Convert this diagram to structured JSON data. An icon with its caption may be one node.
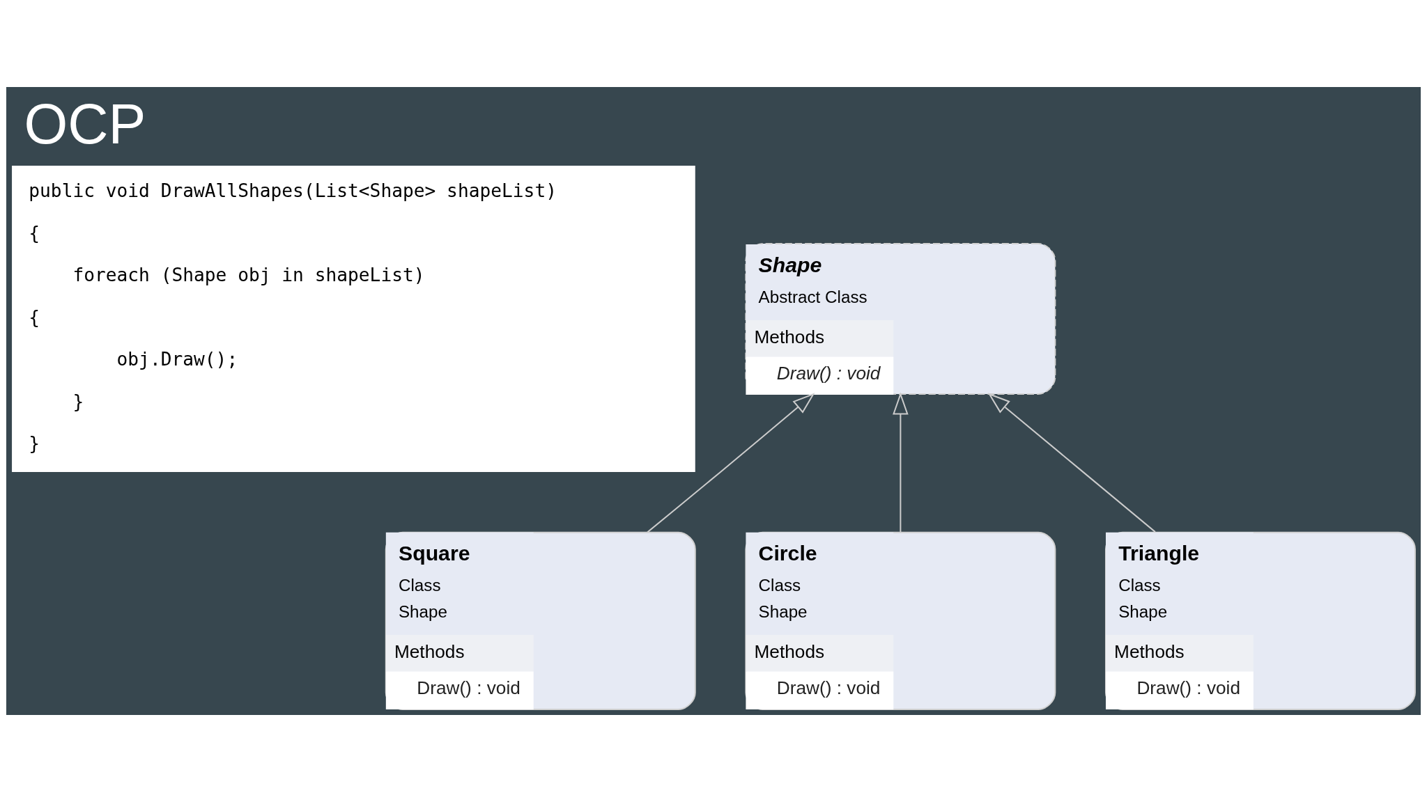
{
  "diagram": {
    "title": "OCP",
    "nodes": [
      {
        "text": [
          "Shape",
          "Abstract Class",
          "Methods",
          "Draw() : void"
        ]
      },
      {
        "text": [
          "Square",
          "Class",
          "Shape",
          "Methods",
          "Draw() : void"
        ]
      },
      {
        "text": [
          "Circle",
          "Class",
          "Shape",
          "Methods",
          "Draw() : void"
        ]
      },
      {
        "text": [
          "Triangle",
          "Class",
          "Shape",
          "Methods",
          "Draw() : void"
        ]
      }
    ],
    "edges": [
      {
        "from": 1,
        "to": 0,
        "arrow": "to"
      },
      {
        "from": 2,
        "to": 0,
        "arrow": "to"
      },
      {
        "from": 3,
        "to": 0,
        "arrow": "to"
      }
    ],
    "labels": [
      "public void DrawAllShapes(List<Shape> shapeList)",
      "{",
      "foreach (Shape obj in shapeList)",
      "{",
      "obj.Draw();",
      "}",
      "}"
    ]
  }
}
